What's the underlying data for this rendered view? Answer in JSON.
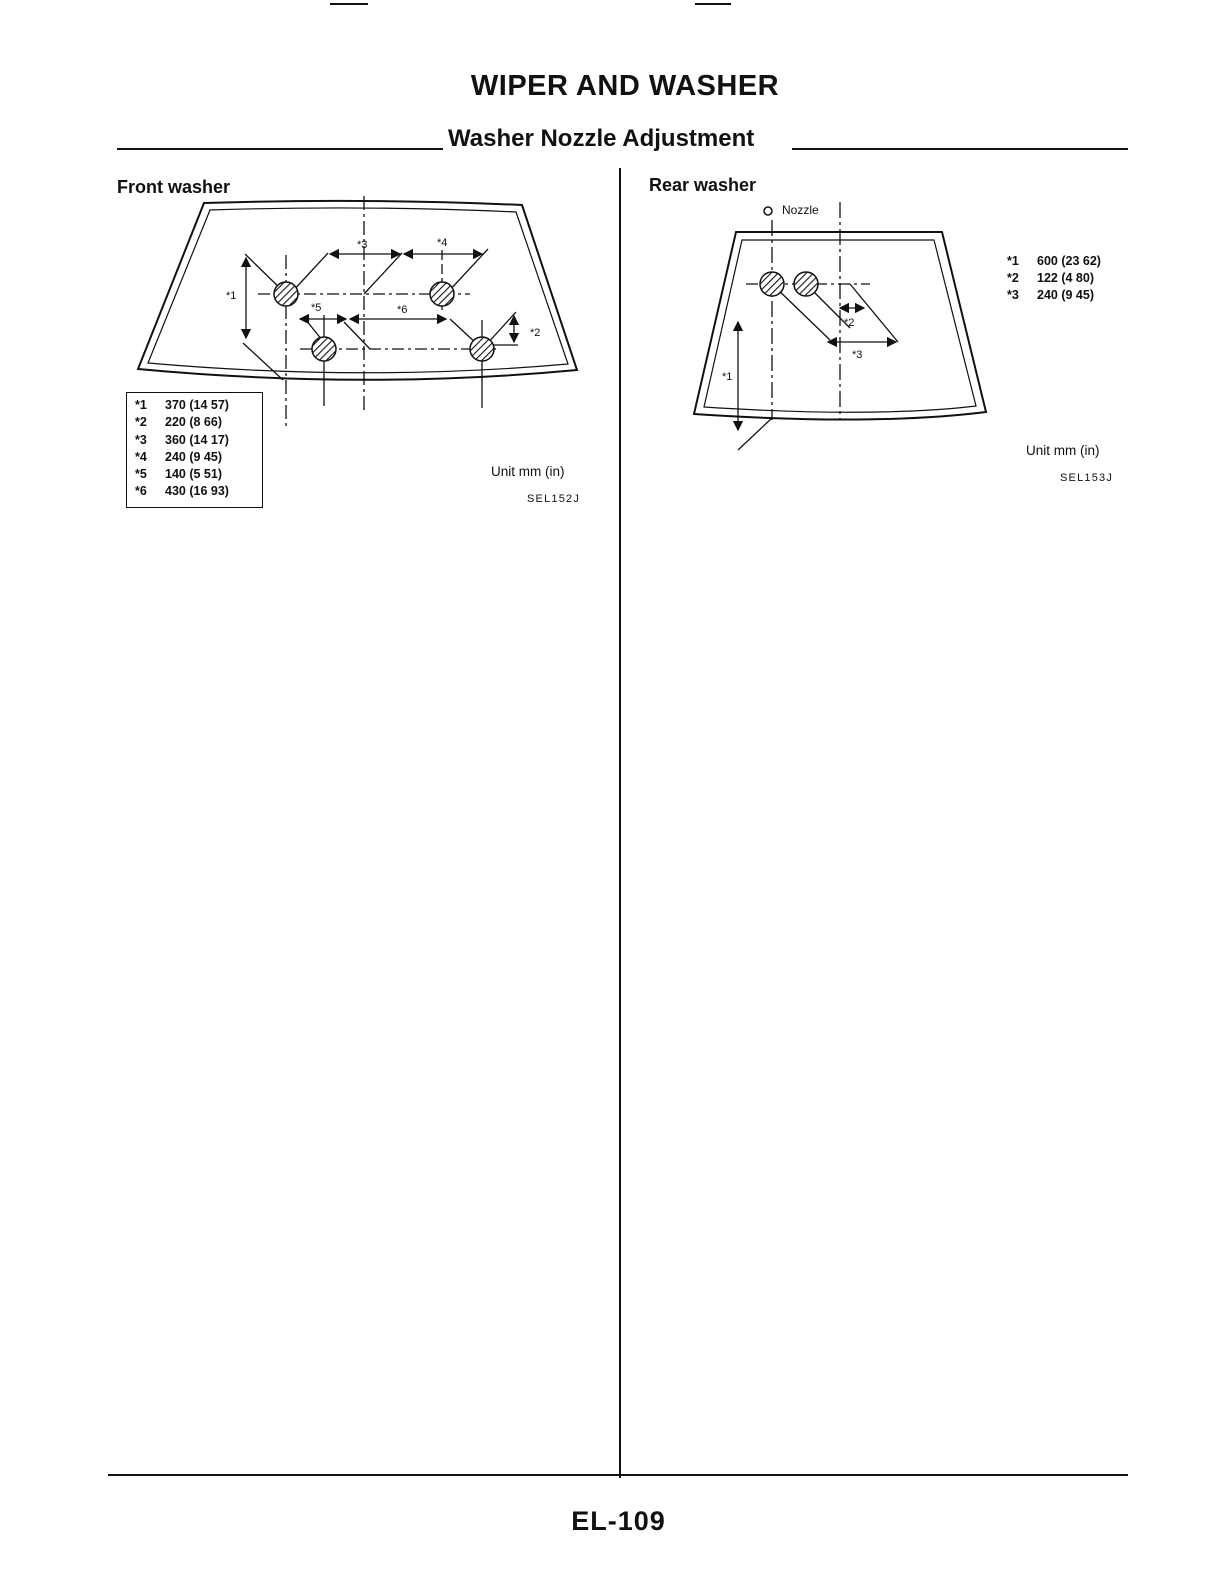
{
  "page": {
    "title": "WIPER AND WASHER",
    "section_title": "Washer Nozzle Adjustment",
    "page_number": "EL-109"
  },
  "front": {
    "label": "Front washer",
    "unit": "Unit  mm (in)",
    "figure_code": "SEL152J",
    "callouts": [
      "*1",
      "*2",
      "*3",
      "*4",
      "*5",
      "*6"
    ],
    "legend": [
      {
        "key": "*1",
        "value": "370 (14 57)"
      },
      {
        "key": "*2",
        "value": "220 (8 66)"
      },
      {
        "key": "*3",
        "value": "360 (14 17)"
      },
      {
        "key": "*4",
        "value": "240 (9 45)"
      },
      {
        "key": "*5",
        "value": "140 (5 51)"
      },
      {
        "key": "*6",
        "value": "430 (16 93)"
      }
    ]
  },
  "rear": {
    "label": "Rear washer",
    "nozzle_label": "Nozzle",
    "unit": "Unit  mm (in)",
    "figure_code": "SEL153J",
    "callouts": [
      "*1",
      "*2",
      "*3"
    ],
    "legend": [
      {
        "key": "*1",
        "value": "600 (23 62)"
      },
      {
        "key": "*2",
        "value": "122 (4 80)"
      },
      {
        "key": "*3",
        "value": "240 (9 45)"
      }
    ]
  },
  "colors": {
    "ink": "#111111",
    "paper": "#ffffff"
  }
}
